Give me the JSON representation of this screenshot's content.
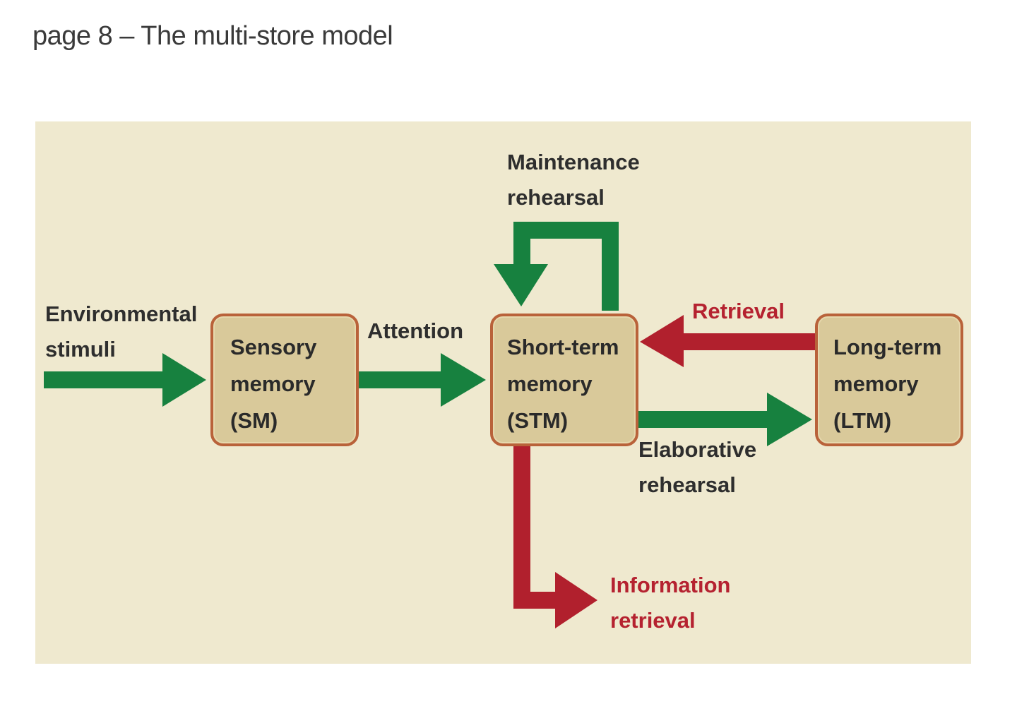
{
  "title": "page 8 – The multi-store model",
  "colors": {
    "panel": "#efe9cf",
    "box_fill": "#d9c99a",
    "box_border": "#b9623a",
    "green_arrow": "#17813f",
    "red_arrow": "#b1202d",
    "dark_text": "#2e2e2e",
    "red_text": "#b52230"
  },
  "stores": {
    "sensory": {
      "line1": "Sensory",
      "line2": "memory",
      "line3": "(SM)"
    },
    "short_term": {
      "line1": "Short-term",
      "line2": "memory",
      "line3": "(STM)"
    },
    "long_term": {
      "line1": "Long-term",
      "line2": "memory",
      "line3": "(LTM)"
    }
  },
  "labels": {
    "environmental_stimuli": {
      "line1": "Environmental",
      "line2": "stimuli"
    },
    "attention": "Attention",
    "maintenance_rehearsal": {
      "line1": "Maintenance",
      "line2": "rehearsal"
    },
    "retrieval": "Retrieval",
    "elaborative_rehearsal": {
      "line1": "Elaborative",
      "line2": "rehearsal"
    },
    "information_retrieval": {
      "line1": "Information",
      "line2": "retrieval"
    }
  },
  "arrows": [
    {
      "id": "stimuli-to-sm",
      "from": "Environmental stimuli",
      "to": "Sensory memory (SM)",
      "color": "green"
    },
    {
      "id": "sm-to-stm",
      "from": "Sensory memory (SM)",
      "to": "Short-term memory (STM)",
      "color": "green"
    },
    {
      "id": "stm-loop",
      "from": "Short-term memory (STM)",
      "to": "Short-term memory (STM)",
      "color": "green"
    },
    {
      "id": "ltm-to-stm",
      "from": "Long-term memory (LTM)",
      "to": "Short-term memory (STM)",
      "color": "red"
    },
    {
      "id": "stm-to-ltm",
      "from": "Short-term memory (STM)",
      "to": "Long-term memory (LTM)",
      "color": "green"
    },
    {
      "id": "stm-to-output",
      "from": "Short-term memory (STM)",
      "to": "Information retrieval",
      "color": "red"
    }
  ]
}
